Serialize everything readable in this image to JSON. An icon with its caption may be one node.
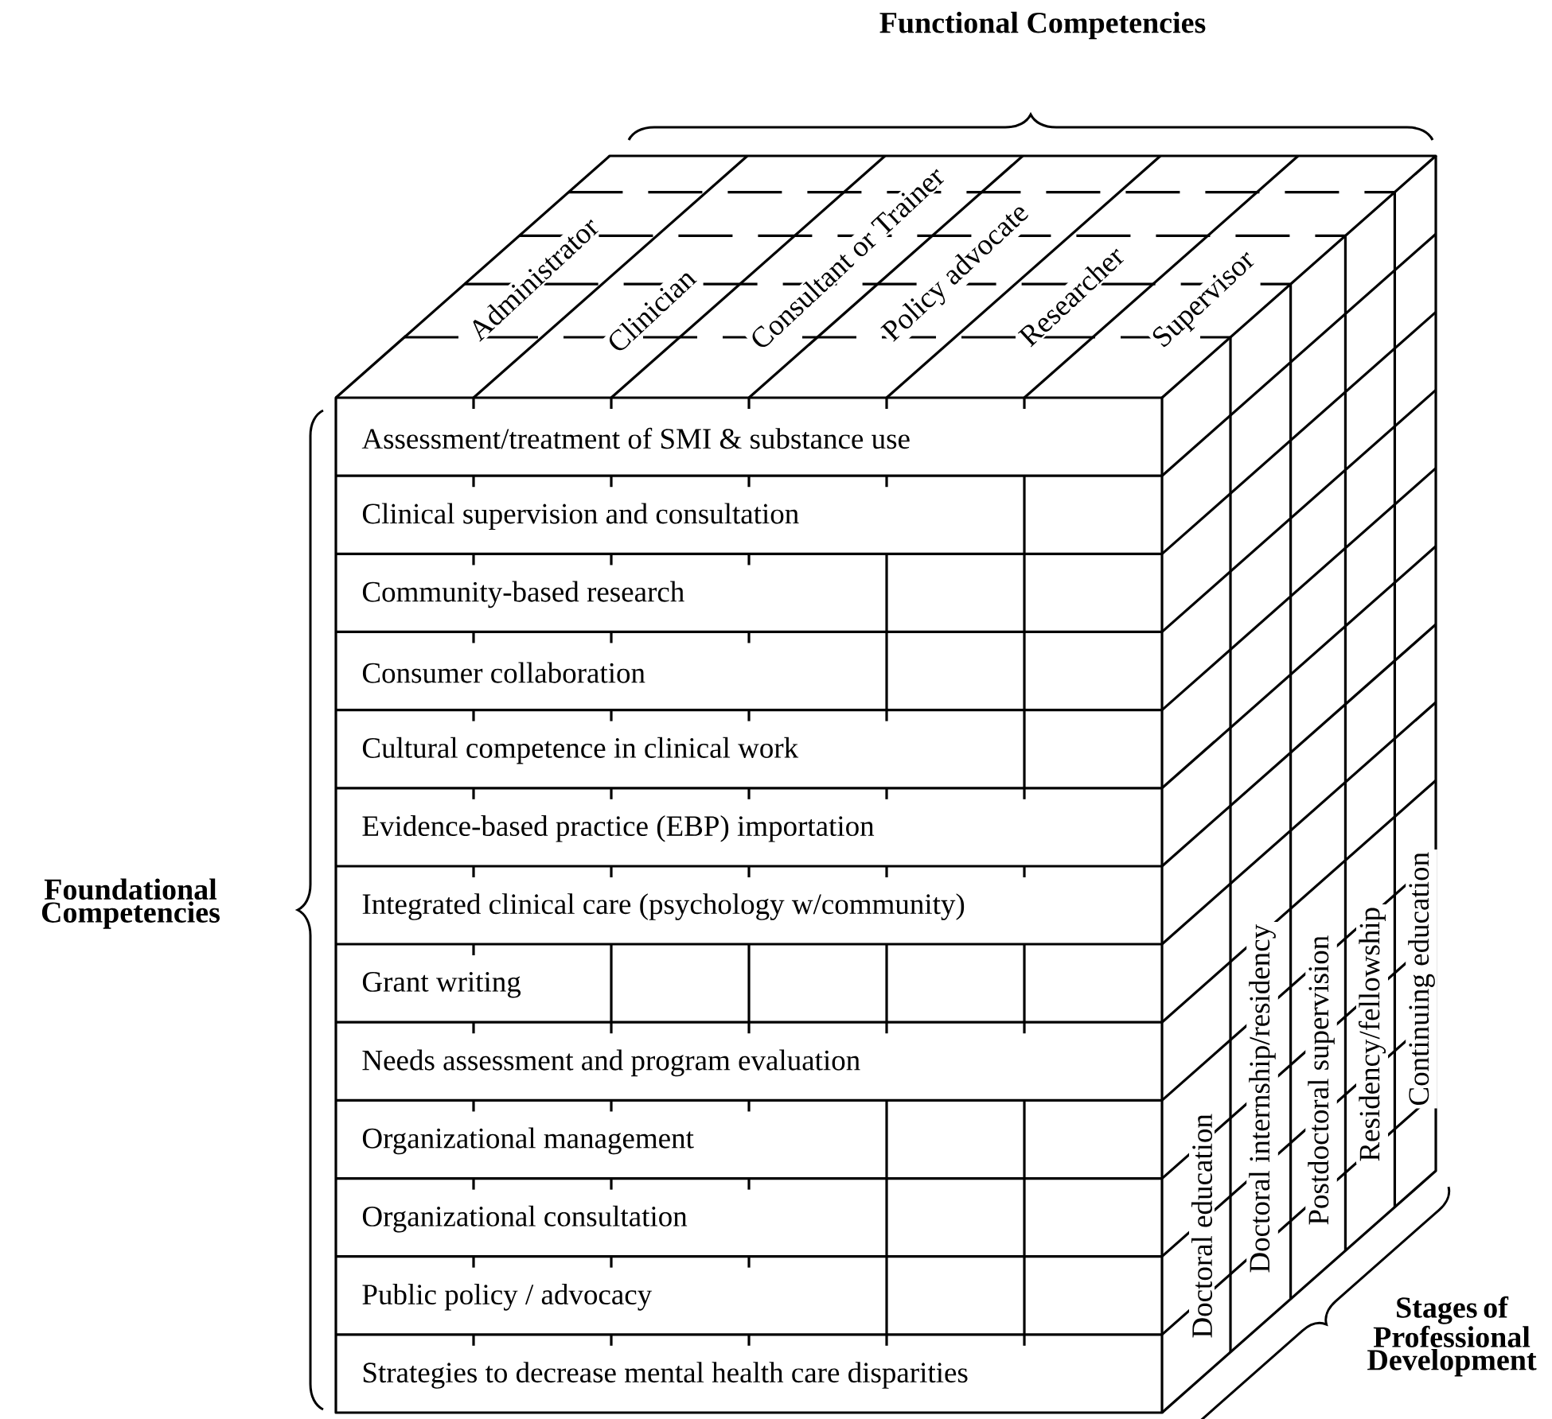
{
  "diagram": {
    "labels": [
      "Functional Competencies",
      "Administrator",
      "Clinician",
      "Consultant or Trainer",
      "Policy advocate",
      "Researcher",
      "Supervisor",
      "Foundational Competencies",
      "Assessment/treatment of SMI & substance use",
      "Clinical supervision and consultation",
      "Community-based research",
      "Consumer collaboration",
      "Cultural competence in clinical work",
      "Evidence-based practice (EBP) importation",
      "Integrated clinical care (psychology w/community)",
      "Grant writing",
      "Needs assessment and program evaluation",
      "Organizational management",
      "Organizational consultation",
      "Public policy / advocacy",
      "Strategies to decrease mental health care disparities",
      "Doctoral education",
      "Doctoral internship/residency",
      "Postdoctoral supervision",
      "Residency/fellowship",
      "Continuing education",
      "Stages of Professional Development"
    ]
  }
}
